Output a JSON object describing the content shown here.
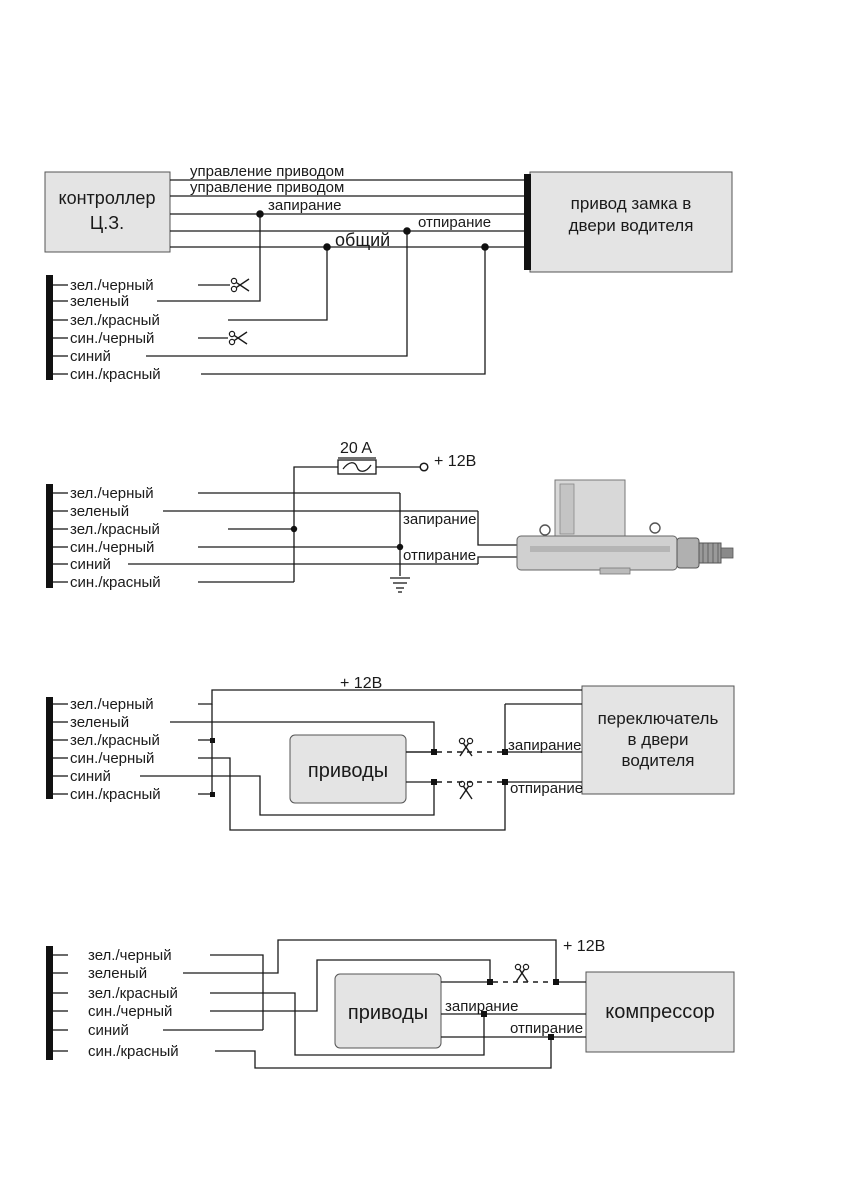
{
  "colors": {
    "line": "#1a1a1a",
    "box_fill": "#e4e4e4",
    "connector": "#111111"
  },
  "wire_labels": [
    "зел./черный",
    "зеленый",
    "зел./красный",
    "син./черный",
    "синий",
    "син./красный"
  ],
  "diagram1": {
    "controller_line1": "контроллер",
    "controller_line2": "Ц.З.",
    "actuator_line1": "привод замка в",
    "actuator_line2": "двери водителя",
    "wire_control1": "управление приводом",
    "wire_control2": "управление приводом",
    "wire_lock": "запирание",
    "wire_unlock": "отпирание",
    "wire_common": "общий",
    "cut_icon": "scissors-icon"
  },
  "diagram2": {
    "fuse_rating": "20 A",
    "power_label": "+ 12В",
    "lock_label": "запирание",
    "unlock_label": "отпирание",
    "ground_icon": "ground-icon",
    "actuator_icon": "door-lock-actuator-icon"
  },
  "diagram3": {
    "power_label": "+ 12В",
    "actuators_label": "приводы",
    "switch_line1": "переключатель",
    "switch_line2": "в двери",
    "switch_line3": "водителя",
    "lock_label": "запирание",
    "unlock_label": "отпирание"
  },
  "diagram4": {
    "power_label": "+ 12В",
    "actuators_label": "приводы",
    "compressor_label": "компрессор",
    "lock_label": "запирание",
    "unlock_label": "отпирание"
  }
}
